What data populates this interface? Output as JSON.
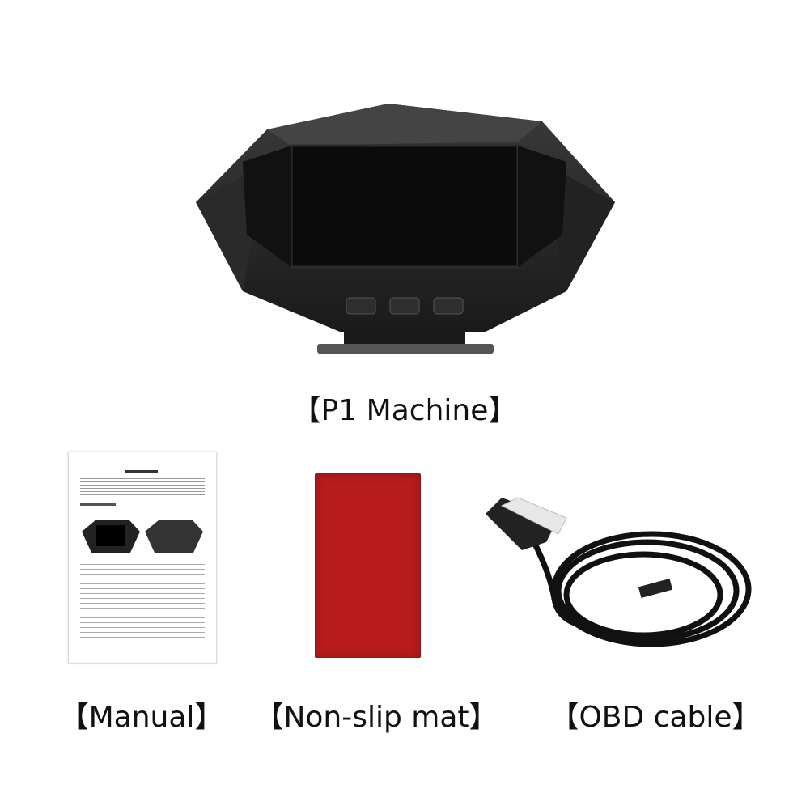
{
  "products": {
    "machine": {
      "caption": "【P1 Machine】"
    },
    "manual": {
      "caption": "【Manual】"
    },
    "mat": {
      "caption": "【Non-slip mat】",
      "color": "#b81c1c"
    },
    "cable": {
      "caption": "【OBD cable】"
    }
  }
}
